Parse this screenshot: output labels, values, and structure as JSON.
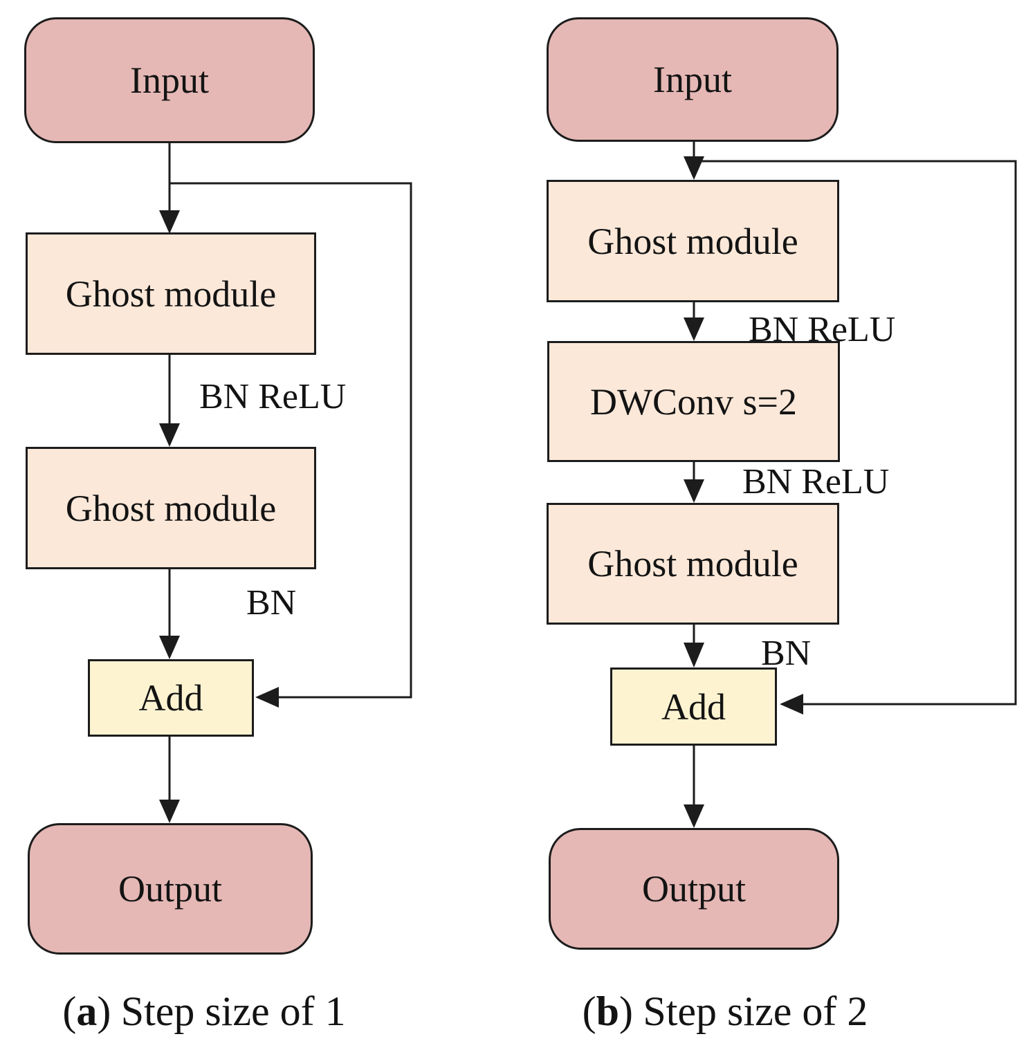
{
  "colors": {
    "terminal_fill": "#e5b8b5",
    "process_fill": "#fbe8d9",
    "add_fill": "#fdf3d1",
    "border": "#1c1c1c",
    "line": "#1c1c1c",
    "text": "#131313"
  },
  "diagram_a": {
    "input_label": "Input",
    "ghost_module_1_label": "Ghost module",
    "bn_relu_label": "BN ReLU",
    "ghost_module_2_label": "Ghost module",
    "bn_label": "BN",
    "add_label": "Add",
    "output_label": "Output",
    "caption": {
      "paren_open": "(",
      "letter": "a",
      "paren_close": ")",
      "text": "Step size of 1"
    }
  },
  "diagram_b": {
    "input_label": "Input",
    "ghost_module_1_label": "Ghost module",
    "bn_relu_1_label": "BN ReLU",
    "dwconv_label": "DWConv s=2",
    "bn_relu_2_label": "BN ReLU",
    "ghost_module_2_label": "Ghost module",
    "bn_label": "BN",
    "add_label": "Add",
    "output_label": "Output",
    "caption": {
      "paren_open": "(",
      "letter": "b",
      "paren_close": ")",
      "text": "Step size of 2"
    }
  }
}
